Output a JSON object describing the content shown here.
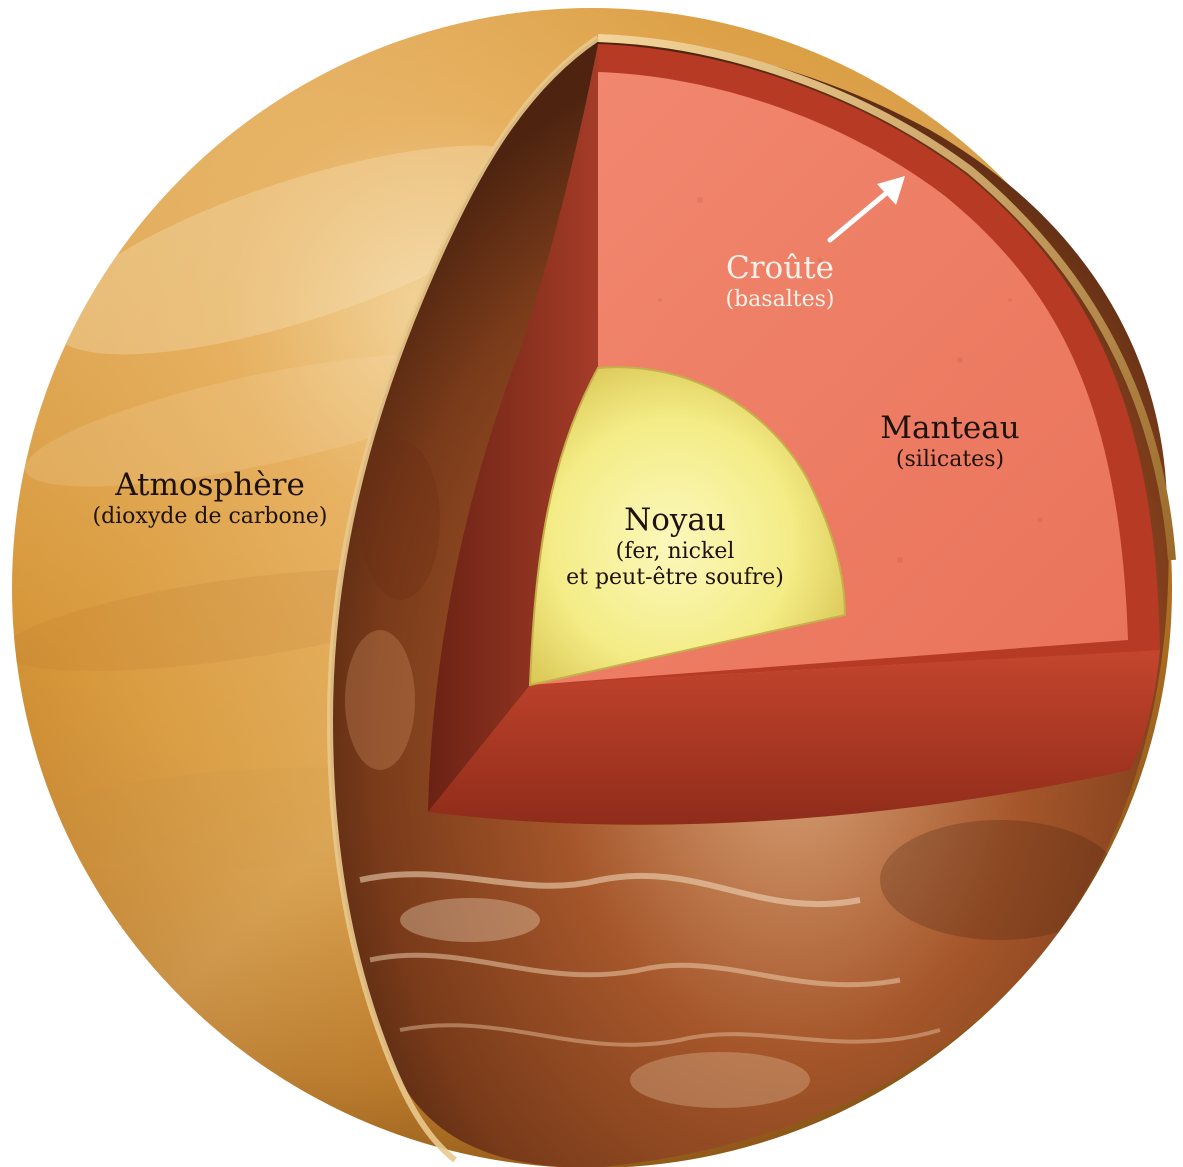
{
  "labels": {
    "atmosphere": {
      "name": "Atmosphère",
      "composition": "(dioxyde de carbone)"
    },
    "crust": {
      "name": "Croûte",
      "composition": "(basaltes)"
    },
    "mantle": {
      "name": "Manteau",
      "composition": "(silicates)"
    },
    "core": {
      "name": "Noyau",
      "composition_line1": "(fer, nickel",
      "composition_line2": "et peut-être soufre)"
    }
  },
  "colors": {
    "atmosphere": "#d99a3c",
    "atmosphere_highlight": "#f7dca6",
    "surface": "#a5562a",
    "crust": "#b73a25",
    "mantle": "#ef8068",
    "core": "#f6f090",
    "label_dark": "#1e120a",
    "label_light": "#fdf2ea"
  }
}
